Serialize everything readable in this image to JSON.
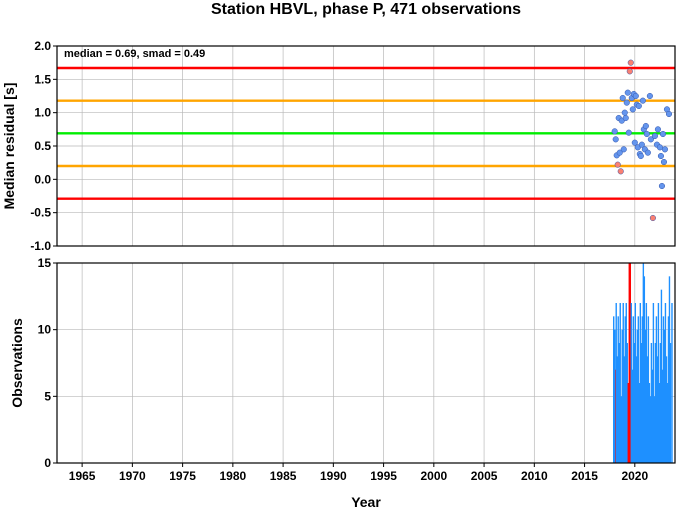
{
  "chart_data": [
    {
      "type": "scatter",
      "title": "Station HBVL, phase P, 471 observations",
      "xlabel": "",
      "ylabel": "Median residual [s]",
      "xlim": [
        1962.5,
        2024.0
      ],
      "ylim": [
        -1.0,
        2.0
      ],
      "yticks": [
        "-1.0",
        "-0.5",
        "0.0",
        "0.5",
        "1.0",
        "1.5",
        "2.0"
      ],
      "grid": true,
      "annotation": "median = 0.69, smad = 0.49",
      "lines": [
        {
          "value": 1.67,
          "color": "#ff0000"
        },
        {
          "value": 1.18,
          "color": "#ffa500"
        },
        {
          "value": 0.69,
          "color": "#00ee00"
        },
        {
          "value": 0.2,
          "color": "#ffa500"
        },
        {
          "value": -0.29,
          "color": "#ff0000"
        }
      ],
      "colors": {
        "normal": "#6495ed",
        "outlier": "#fa8072"
      },
      "points": [
        {
          "x": 2018.0,
          "y": 0.72
        },
        {
          "x": 2018.1,
          "y": 0.6
        },
        {
          "x": 2018.2,
          "y": 0.36
        },
        {
          "x": 2018.3,
          "y": 0.22,
          "outlier": true
        },
        {
          "x": 2018.4,
          "y": 0.92
        },
        {
          "x": 2018.5,
          "y": 0.4
        },
        {
          "x": 2018.6,
          "y": 0.12,
          "outlier": true
        },
        {
          "x": 2018.7,
          "y": 0.88
        },
        {
          "x": 2018.8,
          "y": 1.22
        },
        {
          "x": 2018.9,
          "y": 0.45
        },
        {
          "x": 2019.0,
          "y": 1.0
        },
        {
          "x": 2019.1,
          "y": 0.92
        },
        {
          "x": 2019.2,
          "y": 1.15
        },
        {
          "x": 2019.3,
          "y": 1.3
        },
        {
          "x": 2019.4,
          "y": 0.7
        },
        {
          "x": 2019.5,
          "y": 1.62,
          "outlier": true
        },
        {
          "x": 2019.6,
          "y": 1.75,
          "outlier": true
        },
        {
          "x": 2019.7,
          "y": 1.22
        },
        {
          "x": 2019.8,
          "y": 1.05
        },
        {
          "x": 2019.9,
          "y": 1.28
        },
        {
          "x": 2020.0,
          "y": 0.55
        },
        {
          "x": 2020.1,
          "y": 1.25
        },
        {
          "x": 2020.2,
          "y": 1.12
        },
        {
          "x": 2020.3,
          "y": 0.48
        },
        {
          "x": 2020.4,
          "y": 1.1
        },
        {
          "x": 2020.5,
          "y": 0.38
        },
        {
          "x": 2020.6,
          "y": 0.35
        },
        {
          "x": 2020.7,
          "y": 0.52
        },
        {
          "x": 2020.8,
          "y": 1.18
        },
        {
          "x": 2020.9,
          "y": 0.75
        },
        {
          "x": 2021.0,
          "y": 0.45
        },
        {
          "x": 2021.1,
          "y": 0.8
        },
        {
          "x": 2021.2,
          "y": 0.68
        },
        {
          "x": 2021.3,
          "y": 0.4
        },
        {
          "x": 2021.5,
          "y": 1.25
        },
        {
          "x": 2021.6,
          "y": 0.6
        },
        {
          "x": 2021.8,
          "y": -0.58,
          "outlier": true
        },
        {
          "x": 2022.0,
          "y": 0.65
        },
        {
          "x": 2022.2,
          "y": 0.52
        },
        {
          "x": 2022.3,
          "y": 0.75
        },
        {
          "x": 2022.5,
          "y": 0.48
        },
        {
          "x": 2022.6,
          "y": 0.35
        },
        {
          "x": 2022.7,
          "y": -0.1
        },
        {
          "x": 2022.8,
          "y": 0.68
        },
        {
          "x": 2022.9,
          "y": 0.26
        },
        {
          "x": 2023.0,
          "y": 0.45
        },
        {
          "x": 2023.2,
          "y": 1.05
        },
        {
          "x": 2023.4,
          "y": 0.98
        }
      ]
    },
    {
      "type": "bar",
      "title": "",
      "xlabel": "Year",
      "ylabel": "Observations",
      "xlim": [
        1962.5,
        2024.0
      ],
      "ylim": [
        0,
        15
      ],
      "yticks": [
        "0",
        "5",
        "10",
        "15"
      ],
      "xticks": [
        "1965",
        "1970",
        "1975",
        "1980",
        "1985",
        "1990",
        "1995",
        "2000",
        "2005",
        "2010",
        "2015",
        "2020"
      ],
      "grid": true,
      "colors": {
        "normal": "#1e90ff",
        "outlier": "#ff0000"
      },
      "bars": [
        {
          "x": 2017.9,
          "y": 11
        },
        {
          "x": 2018.0,
          "y": 10
        },
        {
          "x": 2018.1,
          "y": 7,
          "outlier": true
        },
        {
          "x": 2018.15,
          "y": 12
        },
        {
          "x": 2018.25,
          "y": 8
        },
        {
          "x": 2018.35,
          "y": 11
        },
        {
          "x": 2018.45,
          "y": 9
        },
        {
          "x": 2018.55,
          "y": 12
        },
        {
          "x": 2018.65,
          "y": 5
        },
        {
          "x": 2018.75,
          "y": 10
        },
        {
          "x": 2018.85,
          "y": 12
        },
        {
          "x": 2018.95,
          "y": 8
        },
        {
          "x": 2019.05,
          "y": 11
        },
        {
          "x": 2019.15,
          "y": 12
        },
        {
          "x": 2019.25,
          "y": 9
        },
        {
          "x": 2019.35,
          "y": 6,
          "outlier": true
        },
        {
          "x": 2019.45,
          "y": 15,
          "outlier": true
        },
        {
          "x": 2019.55,
          "y": 15,
          "outlier": true
        },
        {
          "x": 2019.65,
          "y": 12
        },
        {
          "x": 2019.75,
          "y": 7
        },
        {
          "x": 2019.85,
          "y": 11
        },
        {
          "x": 2019.95,
          "y": 9
        },
        {
          "x": 2020.05,
          "y": 12
        },
        {
          "x": 2020.15,
          "y": 8
        },
        {
          "x": 2020.25,
          "y": 10
        },
        {
          "x": 2020.35,
          "y": 11
        },
        {
          "x": 2020.45,
          "y": 6
        },
        {
          "x": 2020.55,
          "y": 12
        },
        {
          "x": 2020.65,
          "y": 9
        },
        {
          "x": 2020.75,
          "y": 11
        },
        {
          "x": 2020.85,
          "y": 15
        },
        {
          "x": 2020.95,
          "y": 14
        },
        {
          "x": 2021.05,
          "y": 10
        },
        {
          "x": 2021.15,
          "y": 12
        },
        {
          "x": 2021.25,
          "y": 8
        },
        {
          "x": 2021.35,
          "y": 11
        },
        {
          "x": 2021.45,
          "y": 6
        },
        {
          "x": 2021.55,
          "y": 5
        },
        {
          "x": 2021.65,
          "y": 9
        },
        {
          "x": 2021.75,
          "y": 7
        },
        {
          "x": 2021.85,
          "y": 12
        },
        {
          "x": 2021.95,
          "y": 5
        },
        {
          "x": 2022.05,
          "y": 9
        },
        {
          "x": 2022.15,
          "y": 11
        },
        {
          "x": 2022.25,
          "y": 8
        },
        {
          "x": 2022.35,
          "y": 12
        },
        {
          "x": 2022.45,
          "y": 6
        },
        {
          "x": 2022.55,
          "y": 9
        },
        {
          "x": 2022.65,
          "y": 13
        },
        {
          "x": 2022.75,
          "y": 7
        },
        {
          "x": 2022.85,
          "y": 11
        },
        {
          "x": 2022.95,
          "y": 10
        },
        {
          "x": 2023.05,
          "y": 12
        },
        {
          "x": 2023.15,
          "y": 8
        },
        {
          "x": 2023.25,
          "y": 6
        },
        {
          "x": 2023.35,
          "y": 11
        },
        {
          "x": 2023.45,
          "y": 14
        },
        {
          "x": 2023.55,
          "y": 9
        },
        {
          "x": 2023.7,
          "y": 12
        }
      ]
    }
  ]
}
